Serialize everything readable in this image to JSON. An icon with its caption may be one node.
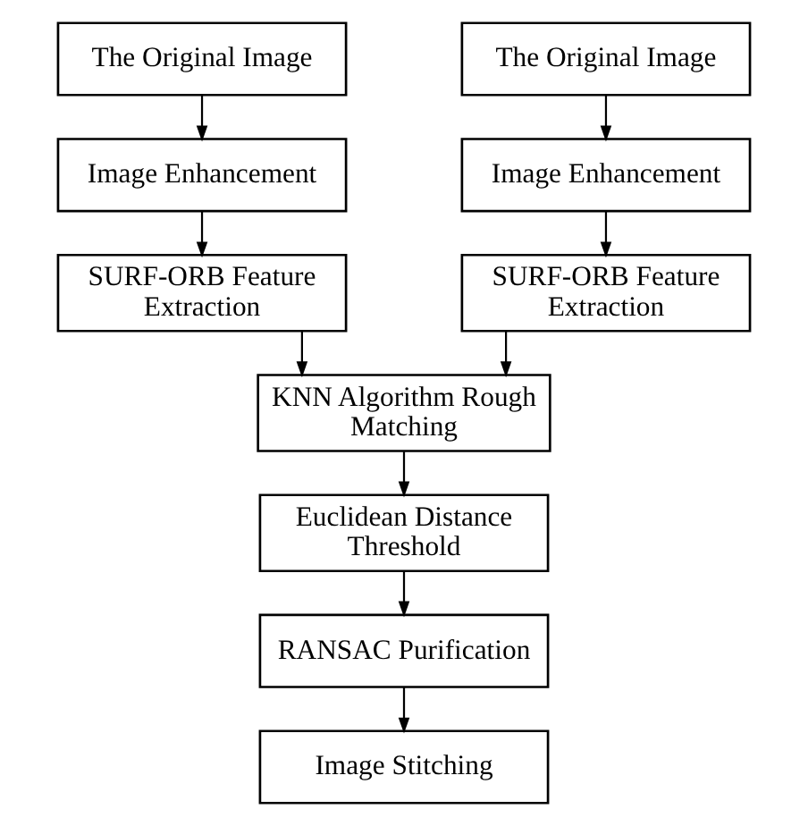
{
  "diagram": {
    "nodes": [
      {
        "text": [
          "The Original Image"
        ]
      },
      {
        "text": [
          "Image Enhancement"
        ]
      },
      {
        "text": [
          "SURF-ORB Feature Extraction"
        ]
      },
      {
        "text": [
          "The Original Image"
        ]
      },
      {
        "text": [
          "Image Enhancement"
        ]
      },
      {
        "text": [
          "SURF-ORB Feature Extraction"
        ]
      },
      {
        "text": [
          "KNN Algorithm Rough Matching"
        ]
      },
      {
        "text": [
          "Euclidean Distance Threshold"
        ]
      },
      {
        "text": [
          "RANSAC Purification"
        ]
      },
      {
        "text": [
          "Image Stitching"
        ]
      }
    ],
    "edges": [
      {
        "from": 0,
        "to": 1,
        "arrow": "to"
      },
      {
        "from": 1,
        "to": 2,
        "arrow": "to"
      },
      {
        "from": 3,
        "to": 4,
        "arrow": "to"
      },
      {
        "from": 4,
        "to": 5,
        "arrow": "to"
      },
      {
        "from": 2,
        "to": 6,
        "arrow": "to"
      },
      {
        "from": 5,
        "to": 6,
        "arrow": "to"
      },
      {
        "from": 6,
        "to": 7,
        "arrow": "to"
      },
      {
        "from": 7,
        "to": 8,
        "arrow": "to"
      },
      {
        "from": 8,
        "to": 9,
        "arrow": "to"
      }
    ]
  }
}
